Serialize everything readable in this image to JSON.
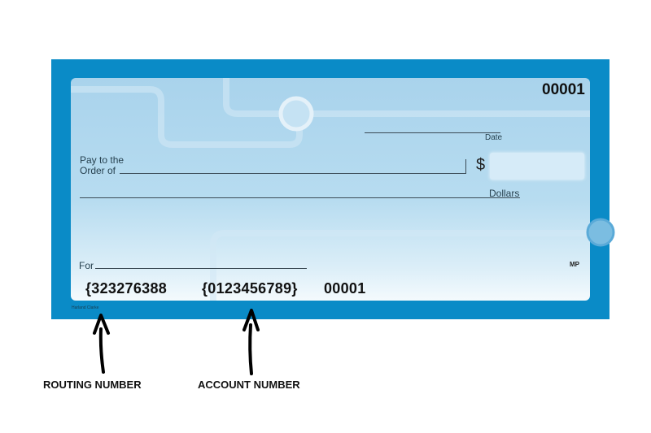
{
  "check": {
    "number": "00001",
    "date_label": "Date",
    "pay_to_label": "Pay to the Order of",
    "currency_symbol": "$",
    "dollars_label": "Dollars",
    "memo_label": "For",
    "logo_text": "MP",
    "printer_credit": "Harland Clarke",
    "micr": {
      "routing": "{323276388",
      "account": "{0123456789}",
      "check_number": "00001"
    }
  },
  "annotations": {
    "routing_label": "ROUTING NUMBER",
    "account_label": "ACCOUNT NUMBER"
  },
  "colors": {
    "check_border": "#0a8bc7",
    "check_face": "#b7dcf0",
    "text": "#111111"
  }
}
